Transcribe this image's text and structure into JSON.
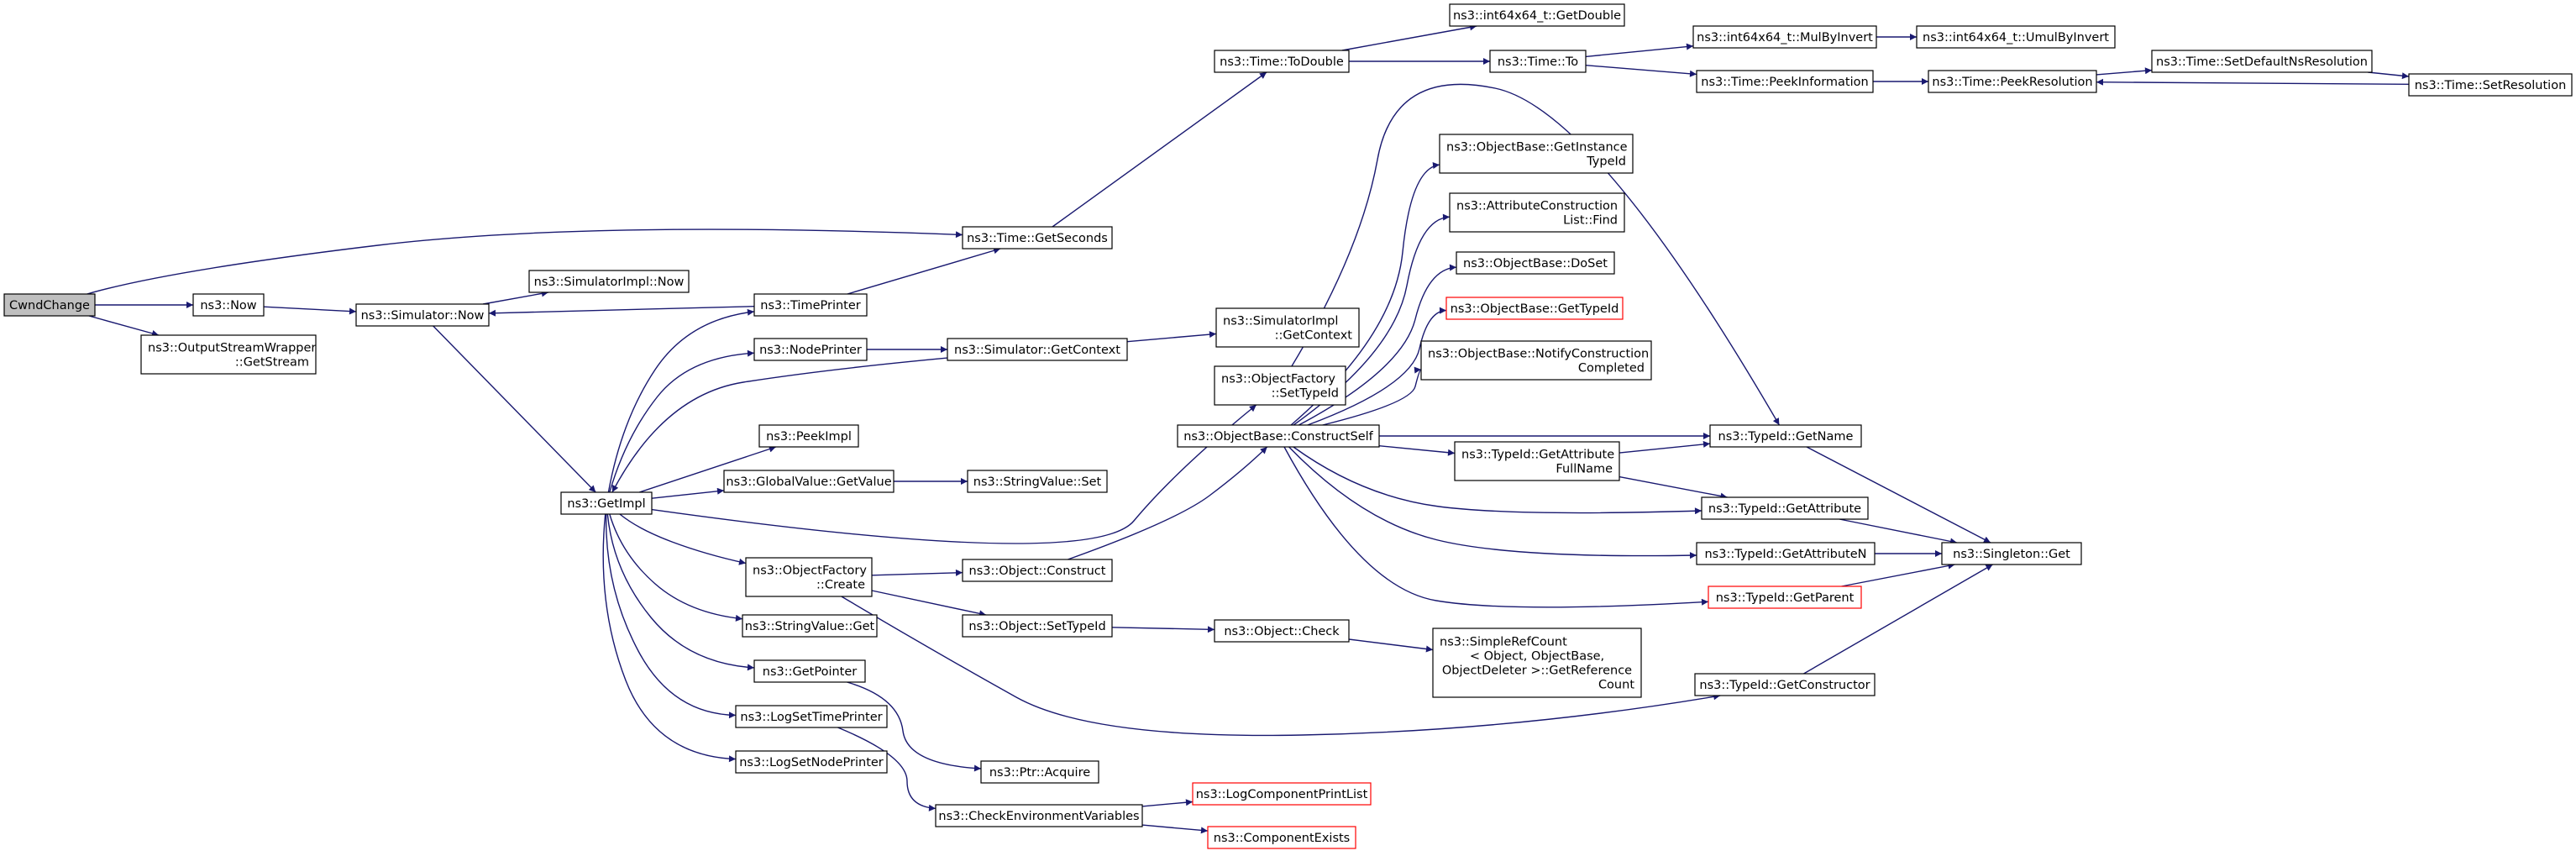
{
  "colors": {
    "edge": "#191970",
    "node_border": "#000000",
    "node_fill": "#ffffff",
    "root_fill": "#bfbfbf",
    "truncated_border": "#ff0000"
  },
  "nodes": [
    {
      "id": "n_cwnd",
      "lines": [
        "CwndChange"
      ],
      "kind": "root"
    },
    {
      "id": "n_now",
      "lines": [
        "ns3::Now"
      ]
    },
    {
      "id": "n_osw",
      "lines": [
        "ns3::OutputStreamWrapper",
        "::GetStream"
      ]
    },
    {
      "id": "n_simnow",
      "lines": [
        "ns3::Simulator::Now"
      ]
    },
    {
      "id": "n_simimplnow",
      "lines": [
        "ns3::SimulatorImpl::Now"
      ]
    },
    {
      "id": "n_timeprinter",
      "lines": [
        "ns3::TimePrinter"
      ]
    },
    {
      "id": "n_getseconds",
      "lines": [
        "ns3::Time::GetSeconds"
      ]
    },
    {
      "id": "n_todouble",
      "lines": [
        "ns3::Time::ToDouble"
      ]
    },
    {
      "id": "n_getdouble",
      "lines": [
        "ns3::int64x64_t::GetDouble"
      ]
    },
    {
      "id": "n_timeto",
      "lines": [
        "ns3::Time::To"
      ]
    },
    {
      "id": "n_mulbyinvert",
      "lines": [
        "ns3::int64x64_t::MulByInvert"
      ]
    },
    {
      "id": "n_umulbyinvert",
      "lines": [
        "ns3::int64x64_t::UmulByInvert"
      ]
    },
    {
      "id": "n_peekinfo",
      "lines": [
        "ns3::Time::PeekInformation"
      ]
    },
    {
      "id": "n_peekres",
      "lines": [
        "ns3::Time::PeekResolution"
      ]
    },
    {
      "id": "n_setdefres",
      "lines": [
        "ns3::Time::SetDefaultNsResolution"
      ]
    },
    {
      "id": "n_setres",
      "lines": [
        "ns3::Time::SetResolution"
      ]
    },
    {
      "id": "n_nodeprinter",
      "lines": [
        "ns3::NodePrinter"
      ]
    },
    {
      "id": "n_simgetctx",
      "lines": [
        "ns3::Simulator::GetContext"
      ]
    },
    {
      "id": "n_simimplctx",
      "lines": [
        "ns3::SimulatorImpl",
        "::GetContext"
      ]
    },
    {
      "id": "n_peekimpl",
      "lines": [
        "ns3::PeekImpl"
      ]
    },
    {
      "id": "n_globalget",
      "lines": [
        "ns3::GlobalValue::GetValue"
      ]
    },
    {
      "id": "n_strset",
      "lines": [
        "ns3::StringValue::Set"
      ]
    },
    {
      "id": "n_getimpl",
      "lines": [
        "ns3::GetImpl"
      ]
    },
    {
      "id": "n_ofsettype",
      "lines": [
        "ns3::ObjectFactory",
        "::SetTypeId"
      ]
    },
    {
      "id": "n_constructself",
      "lines": [
        "ns3::ObjectBase::ConstructSelf"
      ]
    },
    {
      "id": "n_getinsttype",
      "lines": [
        "ns3::ObjectBase::GetInstance",
        "TypeId"
      ]
    },
    {
      "id": "n_attrfind",
      "lines": [
        "ns3::AttributeConstruction",
        "List::Find"
      ]
    },
    {
      "id": "n_doset",
      "lines": [
        "ns3::ObjectBase::DoSet"
      ]
    },
    {
      "id": "n_obgettypeid",
      "lines": [
        "ns3::ObjectBase::GetTypeId"
      ],
      "kind": "truncated"
    },
    {
      "id": "n_notifycc",
      "lines": [
        "ns3::ObjectBase::NotifyConstruction",
        "Completed"
      ]
    },
    {
      "id": "n_getattrfull",
      "lines": [
        "ns3::TypeId::GetAttribute",
        "FullName"
      ]
    },
    {
      "id": "n_tidgetname",
      "lines": [
        "ns3::TypeId::GetName"
      ]
    },
    {
      "id": "n_tidgetattr",
      "lines": [
        "ns3::TypeId::GetAttribute"
      ]
    },
    {
      "id": "n_tidgetattrn",
      "lines": [
        "ns3::TypeId::GetAttributeN"
      ]
    },
    {
      "id": "n_tidgetparent",
      "lines": [
        "ns3::TypeId::GetParent"
      ],
      "kind": "truncated"
    },
    {
      "id": "n_singleton",
      "lines": [
        "ns3::Singleton::Get"
      ]
    },
    {
      "id": "n_ofcreate",
      "lines": [
        "ns3::ObjectFactory",
        "::Create"
      ]
    },
    {
      "id": "n_objconstruct",
      "lines": [
        "ns3::Object::Construct"
      ]
    },
    {
      "id": "n_objsettype",
      "lines": [
        "ns3::Object::SetTypeId"
      ]
    },
    {
      "id": "n_objcheck",
      "lines": [
        "ns3::Object::Check"
      ]
    },
    {
      "id": "n_simpleref",
      "lines": [
        "ns3::SimpleRefCount",
        "< Object, ObjectBase,",
        "ObjectDeleter >::GetReference",
        "Count"
      ]
    },
    {
      "id": "n_tidgetctor",
      "lines": [
        "ns3::TypeId::GetConstructor"
      ]
    },
    {
      "id": "n_strget",
      "lines": [
        "ns3::StringValue::Get"
      ]
    },
    {
      "id": "n_getpointer",
      "lines": [
        "ns3::GetPointer"
      ]
    },
    {
      "id": "n_ptracquire",
      "lines": [
        "ns3::Ptr::Acquire"
      ]
    },
    {
      "id": "n_logsettime",
      "lines": [
        "ns3::LogSetTimePrinter"
      ]
    },
    {
      "id": "n_logsetnode",
      "lines": [
        "ns3::LogSetNodePrinter"
      ]
    },
    {
      "id": "n_checkenv",
      "lines": [
        "ns3::CheckEnvironmentVariables"
      ]
    },
    {
      "id": "n_logcomplist",
      "lines": [
        "ns3::LogComponentPrintList"
      ],
      "kind": "truncated"
    },
    {
      "id": "n_compexists",
      "lines": [
        "ns3::ComponentExists"
      ],
      "kind": "truncated"
    }
  ],
  "edges": [
    {
      "from": "n_cwnd",
      "to": "n_now"
    },
    {
      "from": "n_cwnd",
      "to": "n_osw"
    },
    {
      "from": "n_cwnd",
      "to": "n_getseconds"
    },
    {
      "from": "n_now",
      "to": "n_simnow"
    },
    {
      "from": "n_simnow",
      "to": "n_simimplnow"
    },
    {
      "from": "n_simnow",
      "to": "n_getimpl"
    },
    {
      "from": "n_timeprinter",
      "to": "n_simnow"
    },
    {
      "from": "n_timeprinter",
      "to": "n_getseconds"
    },
    {
      "from": "n_getseconds",
      "to": "n_todouble"
    },
    {
      "from": "n_todouble",
      "to": "n_getdouble"
    },
    {
      "from": "n_todouble",
      "to": "n_timeto"
    },
    {
      "from": "n_timeto",
      "to": "n_mulbyinvert"
    },
    {
      "from": "n_timeto",
      "to": "n_peekinfo"
    },
    {
      "from": "n_mulbyinvert",
      "to": "n_umulbyinvert"
    },
    {
      "from": "n_peekinfo",
      "to": "n_peekres"
    },
    {
      "from": "n_peekres",
      "to": "n_setdefres"
    },
    {
      "from": "n_setdefres",
      "to": "n_setres"
    },
    {
      "from": "n_setres",
      "to": "n_peekres"
    },
    {
      "from": "n_getimpl",
      "to": "n_timeprinter"
    },
    {
      "from": "n_getimpl",
      "to": "n_nodeprinter"
    },
    {
      "from": "n_simgetctx",
      "to": "n_getimpl"
    },
    {
      "from": "n_nodeprinter",
      "to": "n_simgetctx"
    },
    {
      "from": "n_simgetctx",
      "to": "n_simimplctx"
    },
    {
      "from": "n_getimpl",
      "to": "n_peekimpl"
    },
    {
      "from": "n_getimpl",
      "to": "n_globalget"
    },
    {
      "from": "n_globalget",
      "to": "n_strset"
    },
    {
      "from": "n_getimpl",
      "to": "n_ofsettype"
    },
    {
      "from": "n_getimpl",
      "to": "n_ofcreate"
    },
    {
      "from": "n_getimpl",
      "to": "n_strget"
    },
    {
      "from": "n_getimpl",
      "to": "n_getpointer"
    },
    {
      "from": "n_getimpl",
      "to": "n_logsettime"
    },
    {
      "from": "n_getimpl",
      "to": "n_logsetnode"
    },
    {
      "from": "n_ofsettype",
      "to": "n_tidgetname"
    },
    {
      "from": "n_constructself",
      "to": "n_getinsttype"
    },
    {
      "from": "n_constructself",
      "to": "n_attrfind"
    },
    {
      "from": "n_constructself",
      "to": "n_doset"
    },
    {
      "from": "n_constructself",
      "to": "n_obgettypeid"
    },
    {
      "from": "n_constructself",
      "to": "n_notifycc"
    },
    {
      "from": "n_constructself",
      "to": "n_getattrfull"
    },
    {
      "from": "n_constructself",
      "to": "n_tidgetname"
    },
    {
      "from": "n_constructself",
      "to": "n_tidgetattr"
    },
    {
      "from": "n_constructself",
      "to": "n_tidgetattrn"
    },
    {
      "from": "n_constructself",
      "to": "n_tidgetparent"
    },
    {
      "from": "n_getattrfull",
      "to": "n_tidgetname"
    },
    {
      "from": "n_getattrfull",
      "to": "n_tidgetattr"
    },
    {
      "from": "n_tidgetname",
      "to": "n_singleton"
    },
    {
      "from": "n_tidgetattr",
      "to": "n_singleton"
    },
    {
      "from": "n_tidgetattrn",
      "to": "n_singleton"
    },
    {
      "from": "n_tidgetparent",
      "to": "n_singleton"
    },
    {
      "from": "n_tidgetctor",
      "to": "n_singleton"
    },
    {
      "from": "n_ofcreate",
      "to": "n_objconstruct"
    },
    {
      "from": "n_ofcreate",
      "to": "n_objsettype"
    },
    {
      "from": "n_ofcreate",
      "to": "n_tidgetctor"
    },
    {
      "from": "n_objconstruct",
      "to": "n_constructself"
    },
    {
      "from": "n_objsettype",
      "to": "n_objcheck"
    },
    {
      "from": "n_objcheck",
      "to": "n_simpleref"
    },
    {
      "from": "n_getpointer",
      "to": "n_ptracquire"
    },
    {
      "from": "n_logsettime",
      "to": "n_checkenv"
    },
    {
      "from": "n_checkenv",
      "to": "n_logcomplist"
    },
    {
      "from": "n_checkenv",
      "to": "n_compexists"
    }
  ]
}
